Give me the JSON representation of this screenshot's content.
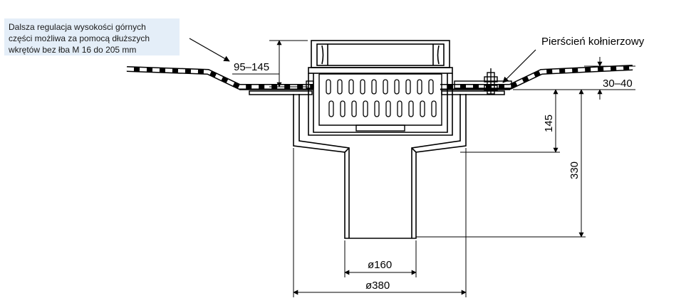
{
  "note": {
    "lines": [
      "Dalsza regulacja wysokości górnych",
      "części możliwa za pomocą dłuższych",
      "wkrętów bez łba M 16 do 205 mm"
    ]
  },
  "labels": {
    "flange_ring": "Pierścień kołnierzowy"
  },
  "dimensions": {
    "adjust_range": "95–145",
    "flange_range": "30–40",
    "height_145": "145",
    "height_330": "330",
    "dia_160": "ø160",
    "dia_380": "ø380"
  },
  "colors": {
    "line": "#000000",
    "note_bg": "#e4eef8",
    "membrane_dash": "#000000"
  }
}
